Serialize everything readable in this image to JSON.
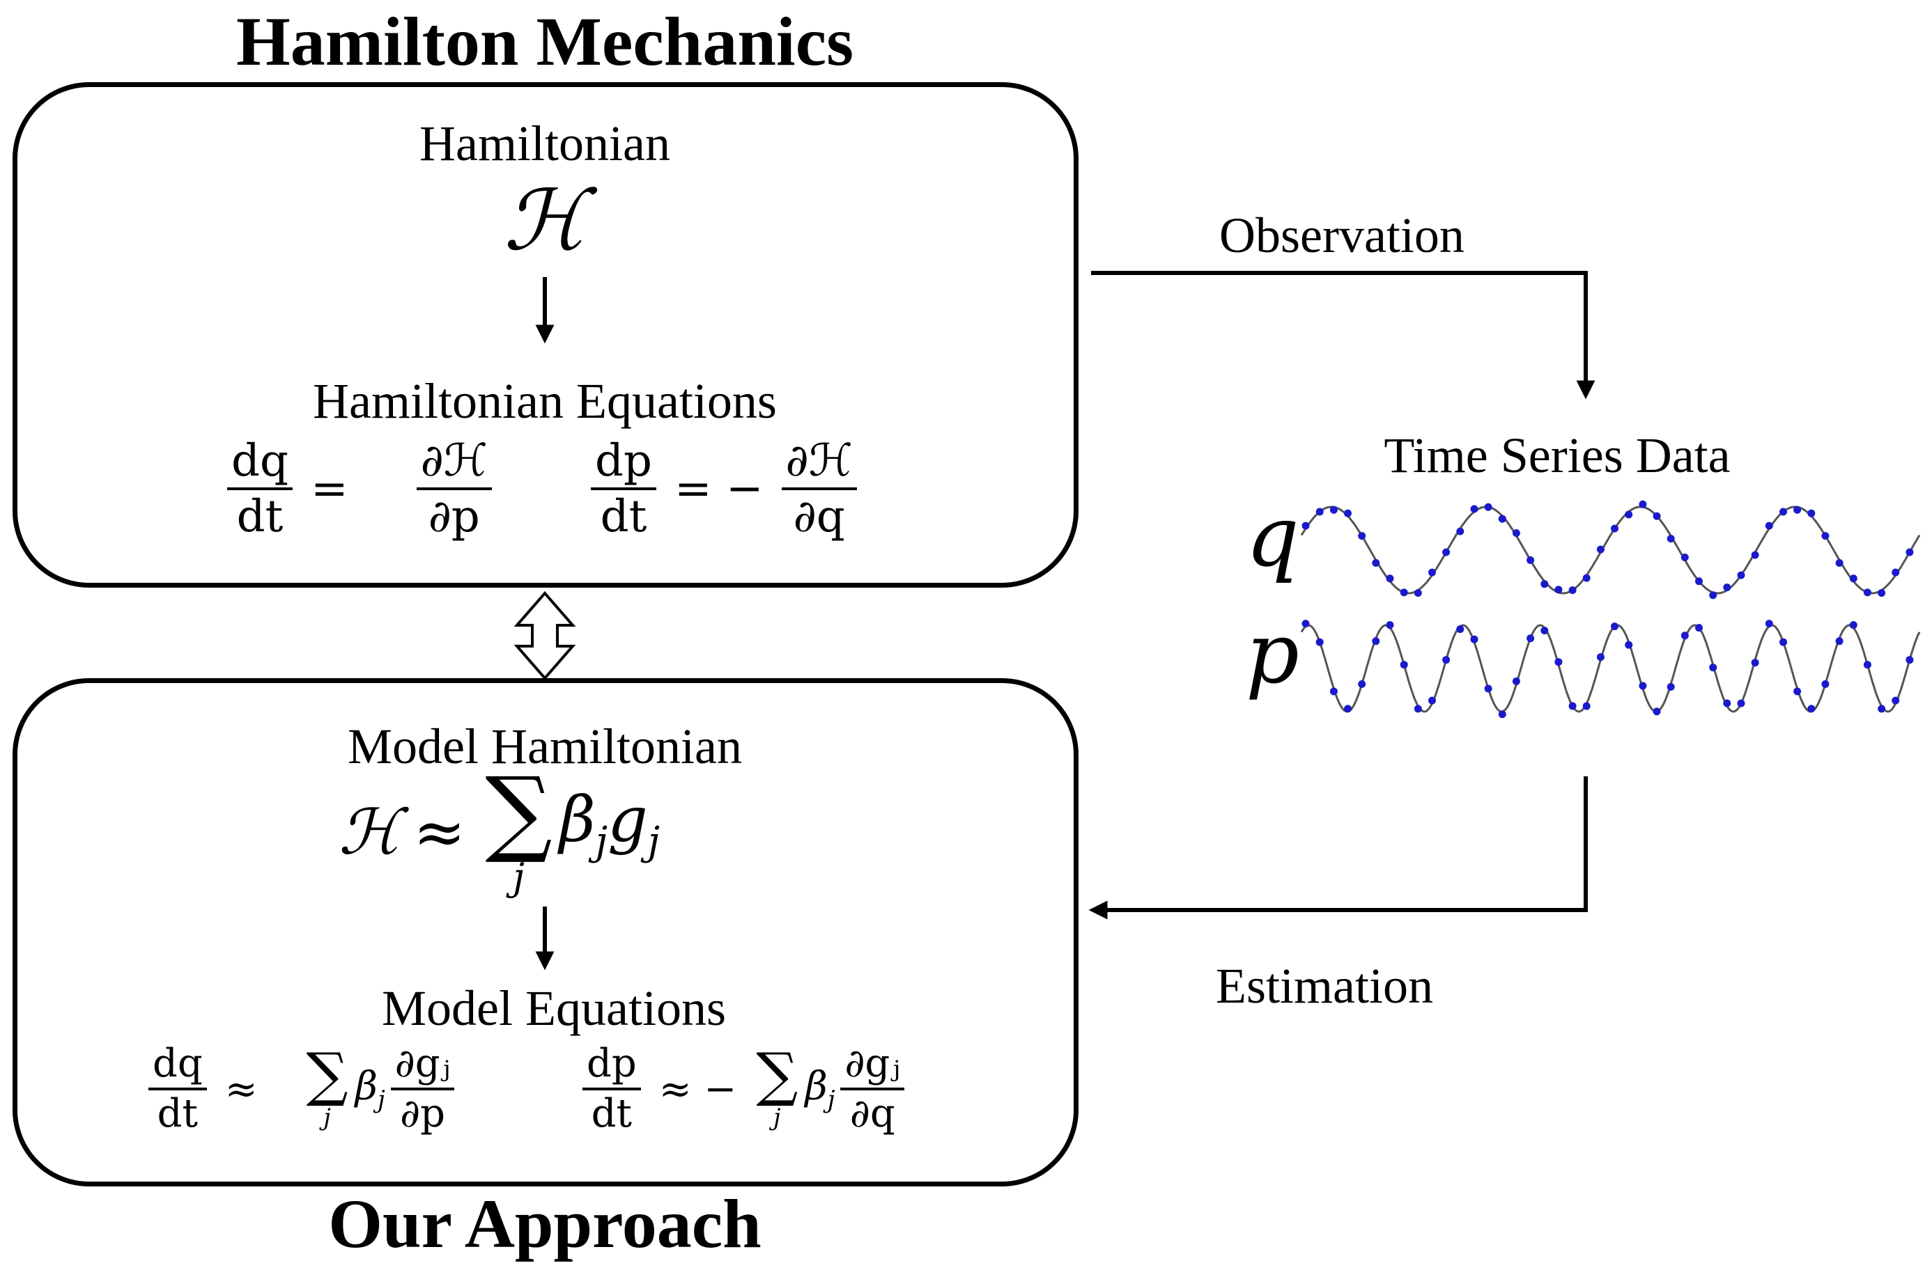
{
  "titles": {
    "top": "Hamilton Mechanics",
    "bottom": "Our Approach"
  },
  "top_box": {
    "hamiltonian_label": "Hamiltonian",
    "hamiltonian_symbol": "ℋ",
    "equations_label": "Hamiltonian Equations",
    "eq1": {
      "lhs_num": "dq",
      "lhs_den": "dt",
      "op": "=",
      "rhs_num": "∂ℋ",
      "rhs_den": "∂p"
    },
    "eq2": {
      "lhs_num": "dp",
      "lhs_den": "dt",
      "op": "= −",
      "rhs_num": "∂ℋ",
      "rhs_den": "∂q"
    }
  },
  "bottom_box": {
    "model_label": "Model Hamiltonian",
    "model_formula": {
      "lhs": "ℋ",
      "op": "≈",
      "sum": "∑",
      "sum_index": "j",
      "term": "β",
      "term_sub": "j",
      "term2": "g",
      "term2_sub": "j"
    },
    "equations_label": "Model Equations",
    "eq1": {
      "lhs_num": "dq",
      "lhs_den": "dt",
      "op": "≈",
      "sum": "∑",
      "sum_index": "j",
      "beta": "β",
      "beta_sub": "j",
      "rhs_num": "∂gⱼ",
      "rhs_den": "∂p"
    },
    "eq2": {
      "lhs_num": "dp",
      "lhs_den": "dt",
      "op": "≈ −",
      "sum": "∑",
      "sum_index": "j",
      "beta": "β",
      "beta_sub": "j",
      "rhs_num": "∂gⱼ",
      "rhs_den": "∂q"
    }
  },
  "right_panel": {
    "observation_label": "Observation",
    "time_series_label": "Time Series Data",
    "q_label": "q",
    "p_label": "p",
    "estimation_label": "Estimation",
    "dot_color": "#1a1acc",
    "curve_color": "#555555"
  }
}
